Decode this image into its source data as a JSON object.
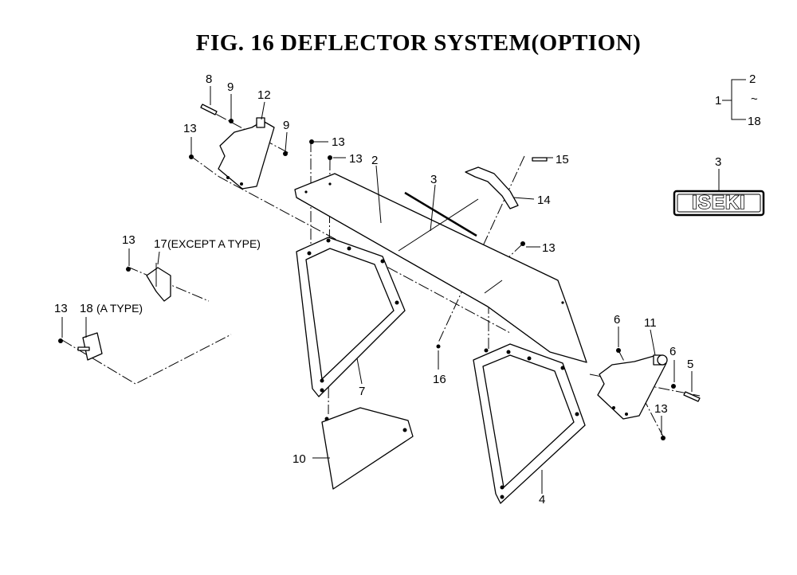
{
  "title": "FIG. 16  DEFLECTOR SYSTEM(OPTION)",
  "logo_text": "ISEKI",
  "legend": {
    "parent": "1",
    "first": "2",
    "range_mark": "~",
    "last": "18"
  },
  "callouts": [
    {
      "id": "c-8",
      "label": "8"
    },
    {
      "id": "c-9a",
      "label": "9"
    },
    {
      "id": "c-12",
      "label": "12"
    },
    {
      "id": "c-9b",
      "label": "9"
    },
    {
      "id": "c-13a",
      "label": "13"
    },
    {
      "id": "c-13b",
      "label": "13"
    },
    {
      "id": "c-13c",
      "label": "13"
    },
    {
      "id": "c-2",
      "label": "2"
    },
    {
      "id": "c-3",
      "label": "3"
    },
    {
      "id": "c-15",
      "label": "15"
    },
    {
      "id": "c-14",
      "label": "14"
    },
    {
      "id": "c-3logo",
      "label": "3"
    },
    {
      "id": "c-13d",
      "label": "13"
    },
    {
      "id": "c-13e",
      "label": "13"
    },
    {
      "id": "c-17",
      "label": "17"
    },
    {
      "id": "c-13f",
      "label": "13"
    },
    {
      "id": "c-18",
      "label": "18"
    },
    {
      "id": "c-16",
      "label": "16"
    },
    {
      "id": "c-7",
      "label": "7"
    },
    {
      "id": "c-6a",
      "label": "6"
    },
    {
      "id": "c-11",
      "label": "11"
    },
    {
      "id": "c-6b",
      "label": "6"
    },
    {
      "id": "c-5",
      "label": "5"
    },
    {
      "id": "c-13g",
      "label": "13"
    },
    {
      "id": "c-10",
      "label": "10"
    },
    {
      "id": "c-4",
      "label": "4"
    }
  ],
  "notes": {
    "n17": "(EXCEPT A TYPE)",
    "n18": "(A TYPE)"
  }
}
